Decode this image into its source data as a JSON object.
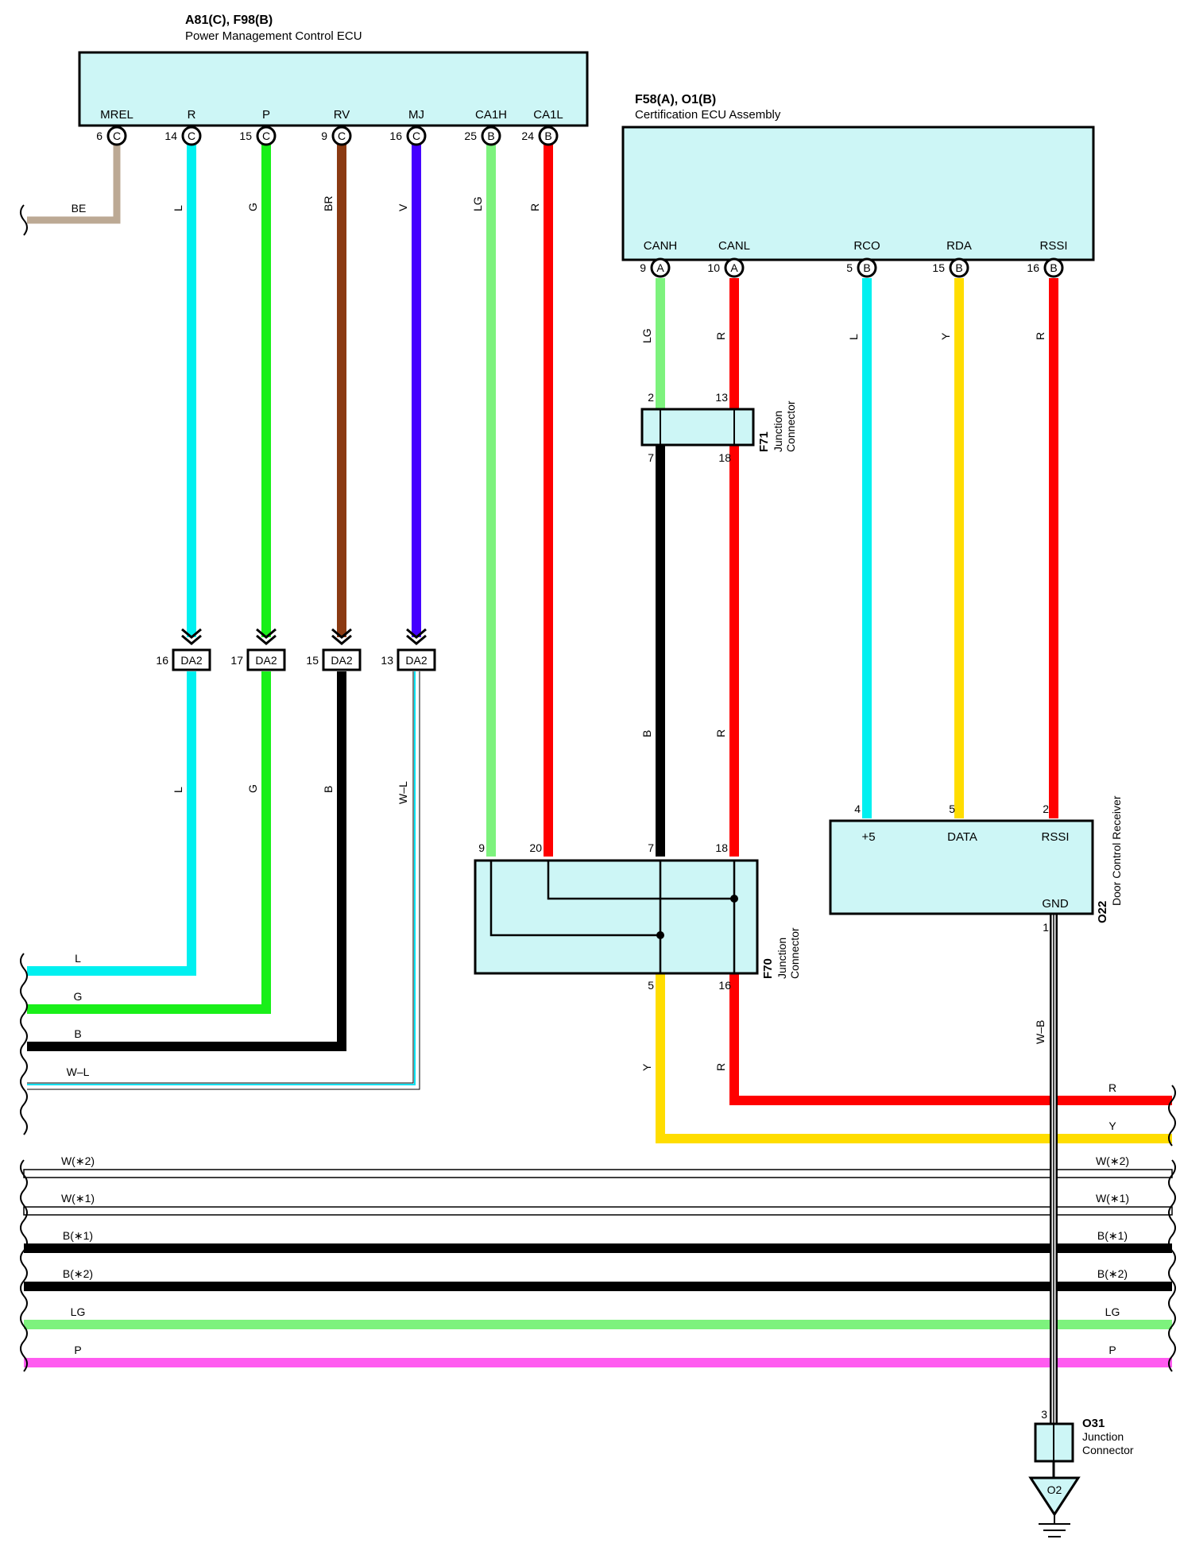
{
  "pm_ecu": {
    "code": "A81(C), F98(B)",
    "name": "Power Management Control ECU",
    "pins": [
      {
        "name": "MREL",
        "num": "6",
        "letter": "C"
      },
      {
        "name": "R",
        "num": "14",
        "letter": "C"
      },
      {
        "name": "P",
        "num": "15",
        "letter": "C"
      },
      {
        "name": "RV",
        "num": "9",
        "letter": "C"
      },
      {
        "name": "MJ",
        "num": "16",
        "letter": "C"
      },
      {
        "name": "CA1H",
        "num": "25",
        "letter": "B"
      },
      {
        "name": "CA1L",
        "num": "24",
        "letter": "B"
      }
    ]
  },
  "cert_ecu": {
    "code": "F58(A), O1(B)",
    "name": "Certification ECU Assembly",
    "pins": [
      {
        "name": "CANH",
        "num": "9",
        "letter": "A"
      },
      {
        "name": "CANL",
        "num": "10",
        "letter": "A"
      },
      {
        "name": "RCO",
        "num": "5",
        "letter": "B"
      },
      {
        "name": "RDA",
        "num": "15",
        "letter": "B"
      },
      {
        "name": "RSSI",
        "num": "16",
        "letter": "B"
      }
    ]
  },
  "da2": {
    "label": "DA2",
    "pins": [
      "16",
      "17",
      "15",
      "13"
    ]
  },
  "f71": {
    "code": "F71",
    "name_line1": "Junction",
    "name_line2": "Connector",
    "pins_top": [
      "2",
      "13"
    ],
    "pins_bottom": [
      "7",
      "18"
    ]
  },
  "f70": {
    "code": "F70",
    "name_line1": "Junction",
    "name_line2": "Connector",
    "pins_top": [
      "9",
      "20",
      "7",
      "18"
    ],
    "pins_bottom": [
      "5",
      "16"
    ]
  },
  "o22": {
    "code": "O22",
    "name": "Door Control Receiver",
    "pins": [
      {
        "name": "+5",
        "num": "4"
      },
      {
        "name": "DATA",
        "num": "5"
      },
      {
        "name": "RSSI",
        "num": "2"
      }
    ],
    "gnd_name": "GND",
    "gnd_num": "1"
  },
  "o31": {
    "code": "O31",
    "name_line1": "Junction",
    "name_line2": "Connector",
    "pin": "3"
  },
  "ground": {
    "label": "O2"
  },
  "wire_labels": {
    "be": "BE",
    "l": "L",
    "g": "G",
    "br": "BR",
    "v": "V",
    "lg": "LG",
    "r": "R",
    "b": "B",
    "wl": "W–L",
    "y": "Y",
    "wb": "W–B"
  },
  "left_bus": [
    "L",
    "G",
    "B",
    "W–L"
  ],
  "right_bus": [
    "R",
    "Y"
  ],
  "bottom_bus": [
    "W(∗2)",
    "W(∗1)",
    "B(∗1)",
    "B(∗2)",
    "LG",
    "P"
  ],
  "colors": {
    "BE": "#bca994",
    "L": "#00f0f0",
    "G": "#19ef19",
    "BR": "#8b3a12",
    "V": "#4500ff",
    "LG": "#7df27d",
    "R": "#ff0000",
    "B": "#000000",
    "Y": "#ffdd00",
    "P": "#ff5bf0",
    "W": "#ffffff",
    "box_fill": "#cdf6f6"
  }
}
